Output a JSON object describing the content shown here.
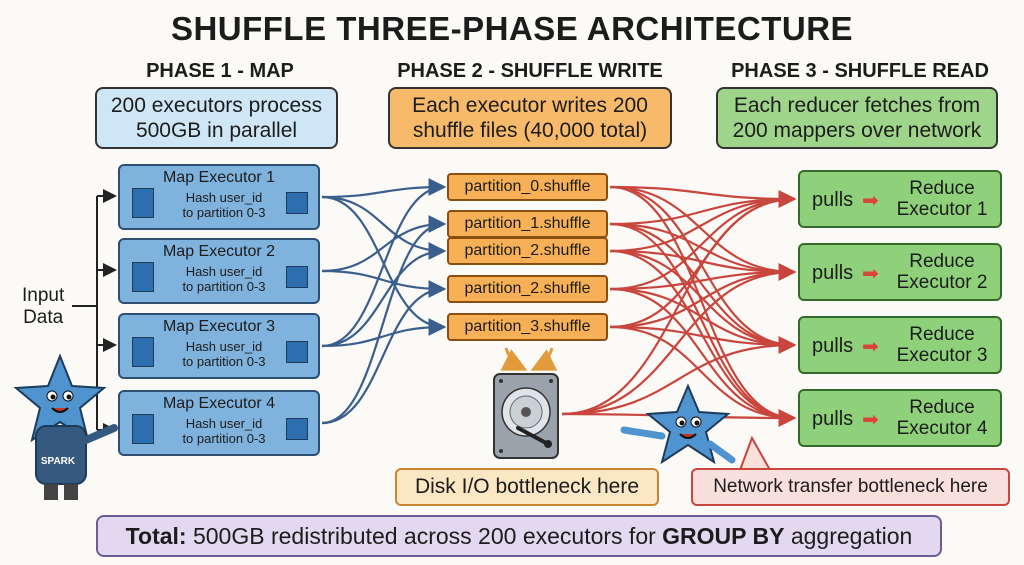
{
  "title": "SHUFFLE THREE-PHASE ARCHITECTURE",
  "phases": [
    {
      "title": "PHASE 1 - MAP",
      "description_lines": [
        "200 executors process",
        "500GB in parallel"
      ]
    },
    {
      "title": "PHASE 2 - SHUFFLE WRITE",
      "description_lines": [
        "Each executor writes 200",
        "shuffle files (40,000 total)"
      ]
    },
    {
      "title": "PHASE 3 - SHUFFLE READ",
      "description_lines": [
        "Each reducer fetches from",
        "200 mappers over network"
      ]
    }
  ],
  "input_label_lines": [
    "Input",
    "Data"
  ],
  "mappers": [
    {
      "title": "Map Executor 1",
      "detail_lines": [
        "Hash user_id",
        "to partition 0-3"
      ]
    },
    {
      "title": "Map Executor 2",
      "detail_lines": [
        "Hash user_id",
        "to partition 0-3"
      ]
    },
    {
      "title": "Map Executor 3",
      "detail_lines": [
        "Hash user_id",
        "to partition 0-3"
      ]
    },
    {
      "title": "Map Executor 4",
      "detail_lines": [
        "Hash user_id",
        "to partition 0-3"
      ]
    }
  ],
  "partitions": [
    "partition_0.shuffle",
    "partition_1.shuffle",
    "partition_2.shuffle",
    "partition_2.shuffle",
    "partition_3.shuffle"
  ],
  "reducers": [
    {
      "pulls": "pulls",
      "name_lines": [
        "Reduce",
        "Executor 1"
      ]
    },
    {
      "pulls": "pulls",
      "name_lines": [
        "Reduce",
        "Executor 2"
      ]
    },
    {
      "pulls": "pulls",
      "name_lines": [
        "Reduce",
        "Executor 3"
      ]
    },
    {
      "pulls": "pulls",
      "name_lines": [
        "Reduce",
        "Executor 4"
      ]
    }
  ],
  "mascot_shirt_text": "SPARK",
  "callouts": {
    "disk": "Disk I/O bottleneck here",
    "network": "Network transfer bottleneck here"
  },
  "summary": {
    "bold_start": "Total:",
    "middle": " 500GB redistributed across 200 executors for ",
    "bold_mid": "GROUP BY",
    "end": " aggregation"
  },
  "colors": {
    "map": "#7fb3de",
    "shuffle_file": "#f7b055",
    "reduce": "#8fd17a",
    "write_arrows": "#3a5f8c",
    "read_arrows": "#c8463d"
  },
  "icons": [
    "arrow-right-icon",
    "hard-disk-icon",
    "star-mascot-icon"
  ]
}
